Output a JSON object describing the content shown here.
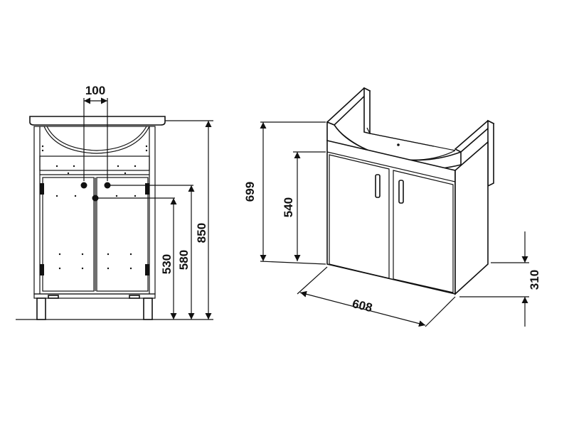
{
  "dimensions": {
    "drain_spacing": "100",
    "drain_height_low": "530",
    "drain_height_high": "580",
    "total_height": "850",
    "cabinet_height": "699",
    "door_height": "540",
    "width": "608",
    "base_height": "310"
  }
}
